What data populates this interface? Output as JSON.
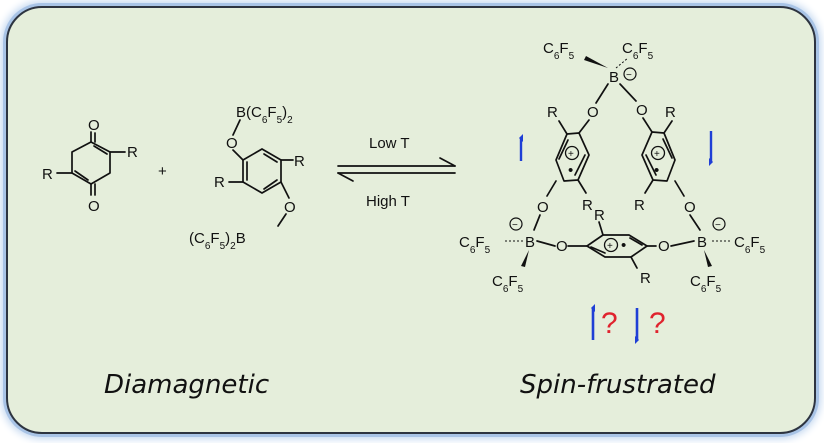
{
  "labels": {
    "o": "O",
    "r": "R",
    "b": "B",
    "plus": "+",
    "c6f5": "C6F5",
    "bc6f5_2": "B(C6F5)2",
    "c6f5_2b": "(C6F5)2B",
    "minus": "−",
    "cation": "+",
    "radical_dot": "•"
  },
  "equilibrium": {
    "forward_label": "Low T",
    "reverse_label": "High T"
  },
  "captions": {
    "left": "Diamagnetic",
    "right": "Spin-frustrated"
  },
  "spin_question": {
    "mark": "?",
    "up_arrow": "↑",
    "down_arrow": "↓"
  },
  "colors": {
    "background": "#e5eedb",
    "border": "#2d3440",
    "glow": "#a9c4e6",
    "spin_arrow": "#1f3fd6",
    "question": "#e0232e",
    "ink": "#111111"
  }
}
